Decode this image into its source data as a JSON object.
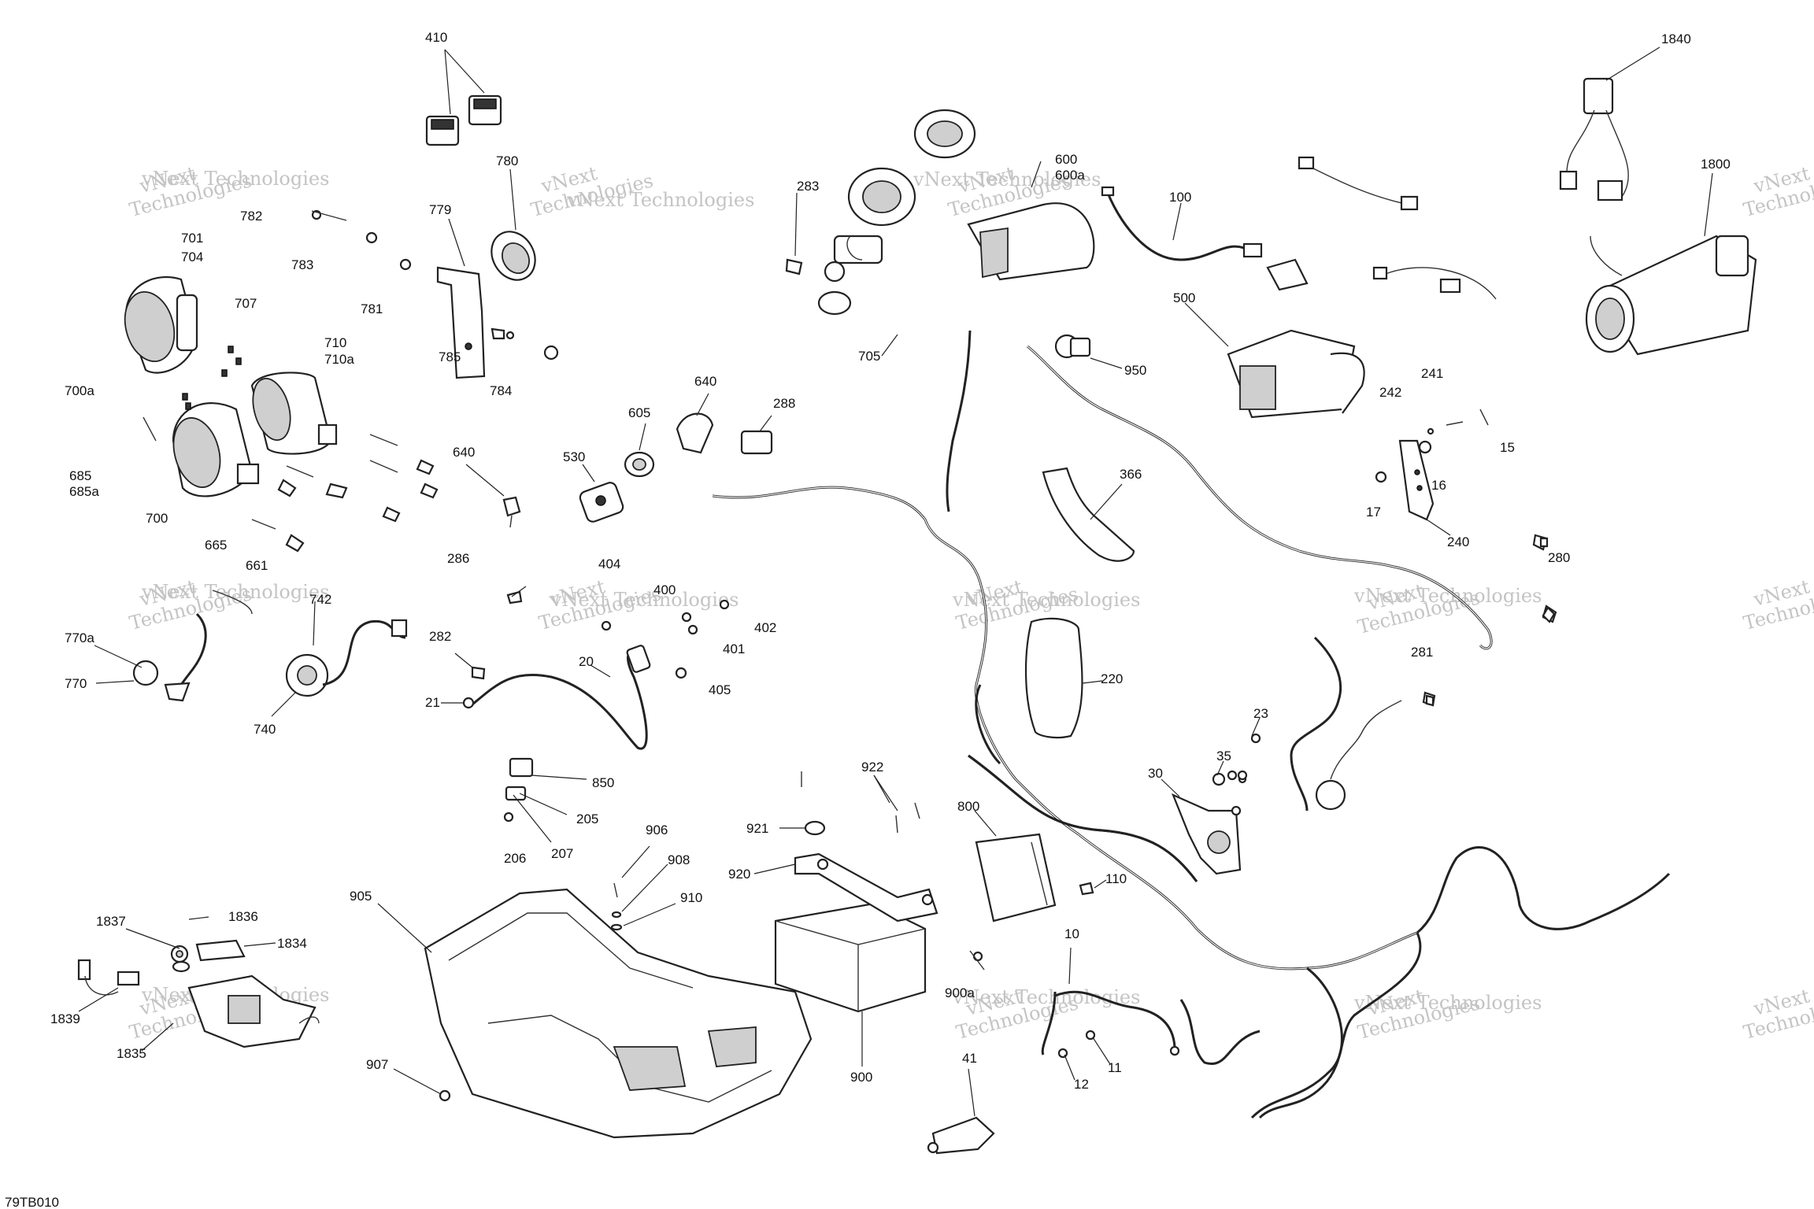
{
  "diagram_code": "79TB010",
  "watermark": {
    "line1": "vNext",
    "line2": "Technologies",
    "line3": "vNext Technologies"
  },
  "callouts": [
    "410",
    "780",
    "779",
    "782",
    "783",
    "781",
    "785",
    "784",
    "701",
    "704",
    "707",
    "710",
    "710a",
    "700a",
    "685",
    "685a",
    "700",
    "665",
    "661",
    "640",
    "605",
    "640",
    "288",
    "530",
    "283",
    "600",
    "600a",
    "705",
    "100",
    "500",
    "950",
    "1840",
    "1800",
    "241",
    "242",
    "15",
    "16",
    "17",
    "240",
    "280",
    "281",
    "366",
    "220",
    "23",
    "35",
    "30",
    "110",
    "800",
    "10",
    "11",
    "12",
    "41",
    "900",
    "900a",
    "920",
    "921",
    "922",
    "905",
    "906",
    "908",
    "910",
    "907",
    "850",
    "205",
    "206",
    "207",
    "286",
    "282",
    "21",
    "20",
    "404",
    "400",
    "402",
    "401",
    "405",
    "742",
    "740",
    "770a",
    "770",
    "1836",
    "1834",
    "1837",
    "1839",
    "1835"
  ]
}
